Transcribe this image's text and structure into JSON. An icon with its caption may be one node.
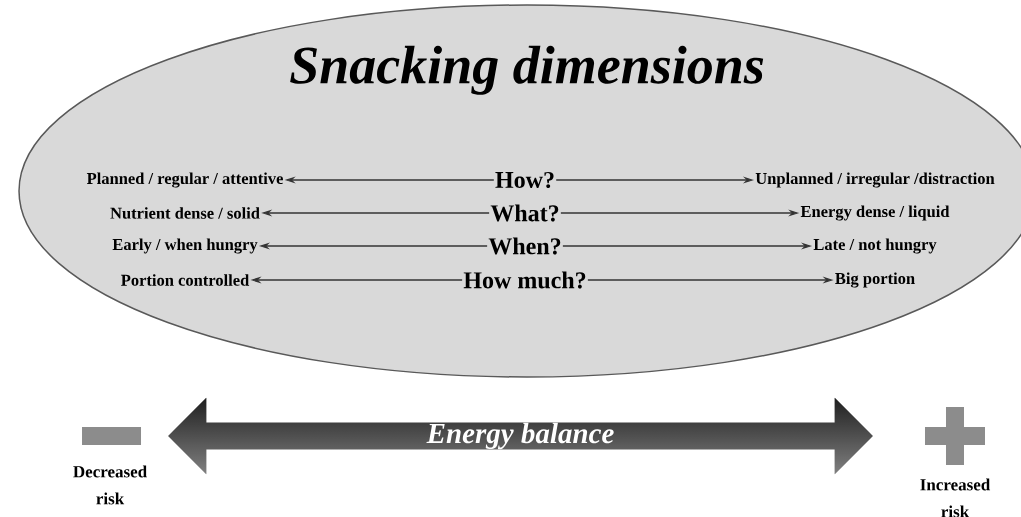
{
  "diagram": {
    "nodes": [
      {
        "text": [
          "Snacking dimensions"
        ]
      },
      {
        "text": [
          "Planned / regular / attentive"
        ],
        "in": 0
      },
      {
        "text": [
          "How?"
        ],
        "in": 0
      },
      {
        "text": [
          "Unplanned / irregular /distraction"
        ],
        "in": 0
      },
      {
        "text": [
          "Nutrient dense / solid"
        ],
        "in": 0
      },
      {
        "text": [
          "What?"
        ],
        "in": 0
      },
      {
        "text": [
          "Energy dense / liquid"
        ],
        "in": 0
      },
      {
        "text": [
          "Early / when hungry"
        ],
        "in": 0
      },
      {
        "text": [
          "When?"
        ],
        "in": 0
      },
      {
        "text": [
          "Late / not hungry"
        ],
        "in": 0
      },
      {
        "text": [
          "Portion controlled"
        ],
        "in": 0
      },
      {
        "text": [
          "How much?"
        ],
        "in": 0
      },
      {
        "text": [
          "Big portion"
        ],
        "in": 0
      },
      {
        "text": [
          "Energy balance"
        ]
      }
    ],
    "edges": [
      {
        "from": 2,
        "to": 1,
        "arrow": "to"
      },
      {
        "from": 2,
        "to": 3,
        "arrow": "to"
      },
      {
        "from": 5,
        "to": 4,
        "arrow": "to"
      },
      {
        "from": 5,
        "to": 6,
        "arrow": "to"
      },
      {
        "from": 8,
        "to": 7,
        "arrow": "to"
      },
      {
        "from": 8,
        "to": 9,
        "arrow": "to"
      },
      {
        "from": 11,
        "to": 10,
        "arrow": "to"
      },
      {
        "from": 11,
        "to": 12,
        "arrow": "to"
      }
    ],
    "labels": [
      "Decreased risk",
      "Increased risk"
    ]
  }
}
